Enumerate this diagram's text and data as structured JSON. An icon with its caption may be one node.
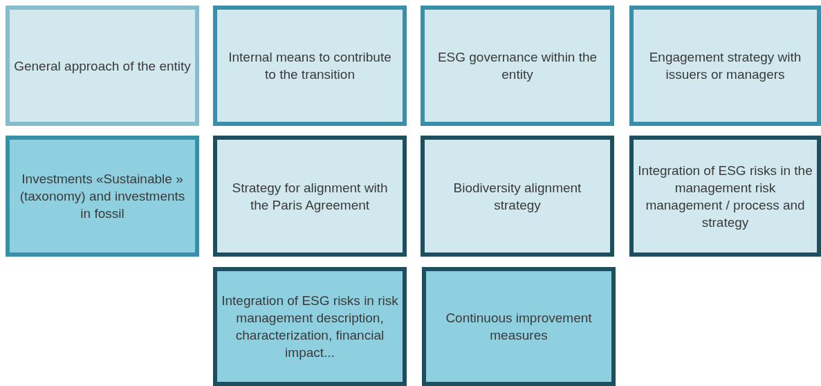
{
  "diagram": {
    "nodes": [
      {
        "text": [
          "General approach of the entity"
        ]
      },
      {
        "text": [
          "Internal means to contribute to the transition"
        ]
      },
      {
        "text": [
          "ESG governance within the entity"
        ]
      },
      {
        "text": [
          "Engagement strategy with issuers or managers"
        ]
      },
      {
        "text": [
          "Investments «Sustainable » (taxonomy) and investments in fossil"
        ]
      },
      {
        "text": [
          "Strategy for alignment with the Paris Agreement"
        ]
      },
      {
        "text": [
          "Biodiversity alignment strategy"
        ]
      },
      {
        "text": [
          "Integration of ESG risks in the management risk management / process and strategy"
        ]
      },
      {
        "text": [
          "Integration of ESG risks in risk management description, characterization, financial impact..."
        ]
      },
      {
        "text": [
          "Continuous improvement measures"
        ]
      }
    ]
  }
}
